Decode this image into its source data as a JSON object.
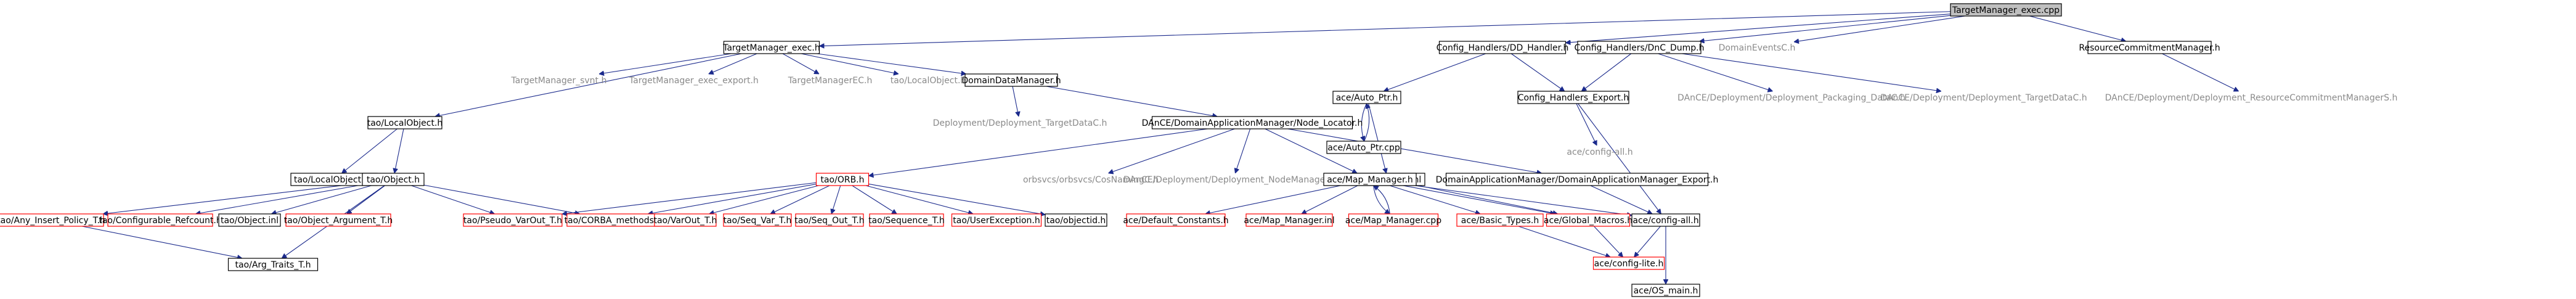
{
  "colors": {
    "root_fill": "#bfbfbf",
    "box_black": "#000000",
    "box_red": "#ff0000",
    "plain_text": "#8a8a8a",
    "edge": "#1b2a8c"
  },
  "nodes": [
    {
      "id": "n01",
      "label": "TargetManager_exec.cpp",
      "style": "root"
    },
    {
      "id": "n02",
      "label": "TargetManager_exec.h",
      "style": "black"
    },
    {
      "id": "n03",
      "label": "Config_Handlers/DD_Handler.h",
      "style": "black"
    },
    {
      "id": "n04",
      "label": "Config_Handlers/DnC_Dump.h",
      "style": "black"
    },
    {
      "id": "n05",
      "label": "DomainEventsC.h",
      "style": "plain"
    },
    {
      "id": "n06",
      "label": "ResourceCommitmentManager.h",
      "style": "black"
    },
    {
      "id": "n07",
      "label": "TargetManager_svnt.h",
      "style": "plain"
    },
    {
      "id": "n08",
      "label": "TargetManager_exec_export.h",
      "style": "plain"
    },
    {
      "id": "n09",
      "label": "TargetManagerEC.h",
      "style": "plain"
    },
    {
      "id": "n10",
      "label": "tao/LocalObject.h",
      "style": "plain"
    },
    {
      "id": "n11",
      "label": "DomainDataManager.h",
      "style": "black"
    },
    {
      "id": "n12",
      "label": "ace/Auto_Ptr.h",
      "style": "black"
    },
    {
      "id": "n13",
      "label": "Config_Handlers_Export.h",
      "style": "black"
    },
    {
      "id": "n14",
      "label": "DAnCE/Deployment/Deployment_Packaging_DataC.h",
      "style": "plain"
    },
    {
      "id": "n15",
      "label": "DAnCE/Deployment/Deployment_TargetDataC.h",
      "style": "plain"
    },
    {
      "id": "n16",
      "label": "DAnCE/Deployment/Deployment_ResourceCommitmentManagerS.h",
      "style": "plain"
    },
    {
      "id": "n17",
      "label": "tao/LocalObject.h",
      "style": "black"
    },
    {
      "id": "n18",
      "label": "Deployment/Deployment_TargetDataC.h",
      "style": "plain"
    },
    {
      "id": "n19",
      "label": "DAnCE/DomainApplicationManager/Node_Locator.h",
      "style": "black"
    },
    {
      "id": "n20",
      "label": "ace/Auto_Ptr.cpp",
      "style": "black"
    },
    {
      "id": "n21",
      "label": "ace/Auto_Ptr.inl",
      "style": "black"
    },
    {
      "id": "n22",
      "label": "ace/config-all.h",
      "style": "plain"
    },
    {
      "id": "n23",
      "label": "tao/LocalObject.inl",
      "style": "black"
    },
    {
      "id": "n24",
      "label": "tao/Object.h",
      "style": "black"
    },
    {
      "id": "n25",
      "label": "tao/ORB.h",
      "style": "red"
    },
    {
      "id": "n26",
      "label": "orbsvcs/orbsvcs/CosNamingC.h",
      "style": "plain"
    },
    {
      "id": "n27",
      "label": "DAnCE/Deployment/Deployment_NodeManagerC.h",
      "style": "plain"
    },
    {
      "id": "n28",
      "label": "ace/Map_Manager.h",
      "style": "black"
    },
    {
      "id": "n29",
      "label": "DomainApplicationManager/DomainApplicationManager_Export.h",
      "style": "black"
    },
    {
      "id": "n30",
      "label": "tao/Any_Insert_Policy_T.h",
      "style": "red"
    },
    {
      "id": "n31",
      "label": "tao/Configurable_Refcount.h",
      "style": "red"
    },
    {
      "id": "n32",
      "label": "tao/Object.inl",
      "style": "black"
    },
    {
      "id": "n33",
      "label": "tao/Object_Argument_T.h",
      "style": "red"
    },
    {
      "id": "n34",
      "label": "tao/Pseudo_VarOut_T.h",
      "style": "red"
    },
    {
      "id": "n35",
      "label": "tao/CORBA_methods.h",
      "style": "red"
    },
    {
      "id": "n36",
      "label": "tao/VarOut_T.h",
      "style": "red"
    },
    {
      "id": "n37",
      "label": "tao/Seq_Var_T.h",
      "style": "red"
    },
    {
      "id": "n38",
      "label": "tao/Seq_Out_T.h",
      "style": "red"
    },
    {
      "id": "n39",
      "label": "tao/Sequence_T.h",
      "style": "red"
    },
    {
      "id": "n40",
      "label": "tao/UserException.h",
      "style": "red"
    },
    {
      "id": "n41",
      "label": "tao/objectid.h",
      "style": "black"
    },
    {
      "id": "n42",
      "label": "ace/Default_Constants.h",
      "style": "red"
    },
    {
      "id": "n43",
      "label": "ace/Map_Manager.inl",
      "style": "red"
    },
    {
      "id": "n44",
      "label": "ace/Map_Manager.cpp",
      "style": "red"
    },
    {
      "id": "n45",
      "label": "ace/Basic_Types.h",
      "style": "red"
    },
    {
      "id": "n46",
      "label": "ace/Global_Macros.h",
      "style": "red"
    },
    {
      "id": "n47",
      "label": "ace/config-all.h",
      "style": "black"
    },
    {
      "id": "n48",
      "label": "tao/Arg_Traits_T.h",
      "style": "black"
    },
    {
      "id": "n49",
      "label": "ace/config-lite.h",
      "style": "red"
    },
    {
      "id": "n50",
      "label": "ace/OS_main.h",
      "style": "black"
    }
  ],
  "edges": [
    [
      "n01",
      "n02"
    ],
    [
      "n01",
      "n03"
    ],
    [
      "n01",
      "n04"
    ],
    [
      "n01",
      "n05"
    ],
    [
      "n01",
      "n06"
    ],
    [
      "n02",
      "n07"
    ],
    [
      "n02",
      "n08"
    ],
    [
      "n02",
      "n09"
    ],
    [
      "n02",
      "n10"
    ],
    [
      "n02",
      "n11"
    ],
    [
      "n02",
      "n17"
    ],
    [
      "n03",
      "n12"
    ],
    [
      "n03",
      "n13"
    ],
    [
      "n04",
      "n13"
    ],
    [
      "n04",
      "n14"
    ],
    [
      "n04",
      "n15"
    ],
    [
      "n06",
      "n16"
    ],
    [
      "n11",
      "n18"
    ],
    [
      "n11",
      "n19"
    ],
    [
      "n12",
      "n20"
    ],
    [
      "n12",
      "n21"
    ],
    [
      "n20",
      "n12"
    ],
    [
      "n13",
      "n22"
    ],
    [
      "n13",
      "n47"
    ],
    [
      "n17",
      "n23"
    ],
    [
      "n17",
      "n24"
    ],
    [
      "n19",
      "n25"
    ],
    [
      "n19",
      "n26"
    ],
    [
      "n19",
      "n27"
    ],
    [
      "n19",
      "n28"
    ],
    [
      "n19",
      "n29"
    ],
    [
      "n21",
      "n46"
    ],
    [
      "n24",
      "n30"
    ],
    [
      "n24",
      "n31"
    ],
    [
      "n24",
      "n32"
    ],
    [
      "n24",
      "n33"
    ],
    [
      "n24",
      "n34"
    ],
    [
      "n24",
      "n35"
    ],
    [
      "n24",
      "n48"
    ],
    [
      "n30",
      "n48"
    ],
    [
      "n25",
      "n34"
    ],
    [
      "n25",
      "n35"
    ],
    [
      "n25",
      "n36"
    ],
    [
      "n25",
      "n37"
    ],
    [
      "n25",
      "n38"
    ],
    [
      "n25",
      "n39"
    ],
    [
      "n25",
      "n40"
    ],
    [
      "n25",
      "n41"
    ],
    [
      "n28",
      "n42"
    ],
    [
      "n28",
      "n43"
    ],
    [
      "n28",
      "n44"
    ],
    [
      "n28",
      "n45"
    ],
    [
      "n28",
      "n46"
    ],
    [
      "n28",
      "n47"
    ],
    [
      "n44",
      "n28"
    ],
    [
      "n29",
      "n47"
    ],
    [
      "n45",
      "n49"
    ],
    [
      "n46",
      "n49"
    ],
    [
      "n47",
      "n49"
    ],
    [
      "n47",
      "n50"
    ]
  ]
}
